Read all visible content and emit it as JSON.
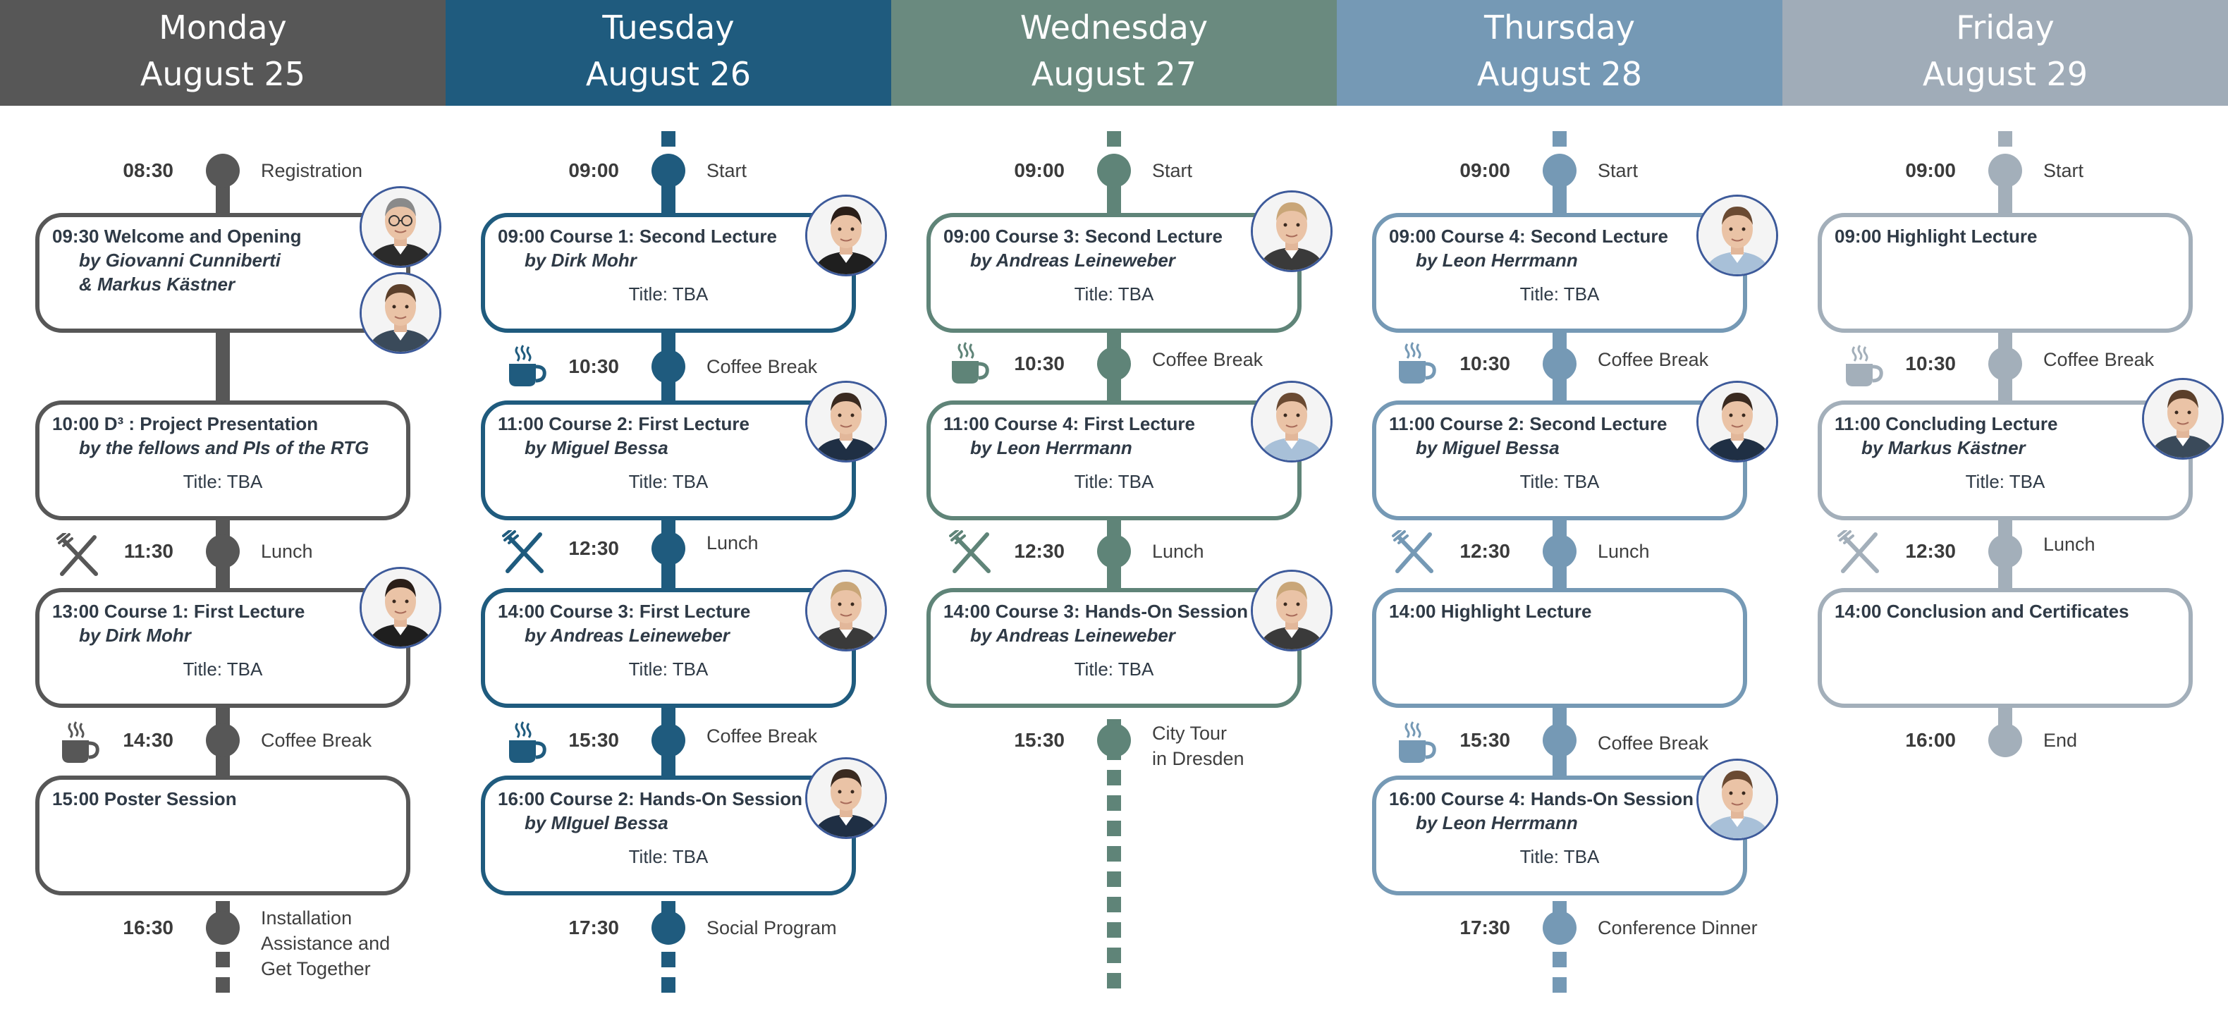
{
  "days": [
    {
      "weekday": "Monday",
      "date": "August 25",
      "color": "#575757",
      "header_color": "#575757",
      "events": [
        {
          "time": "08:30",
          "label": "Registration"
        },
        {
          "time": "11:30",
          "label": "Lunch",
          "icon": "cutlery-icon"
        },
        {
          "time": "14:30",
          "label": "Coffee Break",
          "icon": "coffee-cup-icon"
        },
        {
          "time": "16:30",
          "label": "Installation\nAssistance and\nGet Together"
        }
      ],
      "sessions": [
        {
          "title": "09:30 Welcome and Opening",
          "speaker": "by Giovanni Cunniberti\n& Markus Kästner",
          "subtitle": "",
          "avatars": [
            {
              "name": "giovanni-cunniberti-photo",
              "hair": "#8a8a8a",
              "glasses": true,
              "suit": "#2b2b2b"
            },
            {
              "name": "markus-kaestner-photo",
              "hair": "#5b3f2a",
              "glasses": false,
              "suit": "#3a4a5a"
            }
          ]
        },
        {
          "title": "10:00 D³ : Project Presentation",
          "speaker": "by the fellows and PIs of the RTG",
          "subtitle": "Title: TBA",
          "avatars": []
        },
        {
          "title": "13:00 Course 1: First Lecture",
          "speaker": "by Dirk Mohr",
          "subtitle": "Title: TBA",
          "avatars": [
            {
              "name": "dirk-mohr-photo",
              "hair": "#2a1e18",
              "glasses": false,
              "suit": "#1f1f1f"
            }
          ]
        },
        {
          "title": "15:00 Poster Session",
          "speaker": "",
          "subtitle": "",
          "avatars": []
        }
      ]
    },
    {
      "weekday": "Tuesday",
      "date": "August 26",
      "color": "#1f5b7e",
      "header_color": "#1f5b7e",
      "events": [
        {
          "time": "09:00",
          "label": "Start"
        },
        {
          "time": "10:30",
          "label": "Coffee Break",
          "icon": "coffee-cup-icon"
        },
        {
          "time": "12:30",
          "label": "Lunch",
          "icon": "cutlery-icon"
        },
        {
          "time": "15:30",
          "label": "Coffee Break",
          "icon": "coffee-cup-icon"
        },
        {
          "time": "17:30",
          "label": "Social Program"
        }
      ],
      "sessions": [
        {
          "title": "09:00 Course 1: Second Lecture",
          "speaker": "by Dirk Mohr",
          "subtitle": "Title: TBA",
          "avatars": [
            {
              "name": "dirk-mohr-photo",
              "hair": "#2a1e18",
              "glasses": false,
              "suit": "#1f1f1f"
            }
          ]
        },
        {
          "title": "11:00 Course 2: First Lecture",
          "speaker": "by Miguel Bessa",
          "subtitle": "Title: TBA",
          "avatars": [
            {
              "name": "miguel-bessa-photo",
              "hair": "#3a2a20",
              "glasses": false,
              "suit": "#1f2f44"
            }
          ]
        },
        {
          "title": "14:00 Course 3: First Lecture",
          "speaker": "by Andreas Leineweber",
          "subtitle": "Title: TBA",
          "avatars": [
            {
              "name": "andreas-leineweber-photo",
              "hair": "#c9a678",
              "glasses": false,
              "suit": "#3a3a3a"
            }
          ]
        },
        {
          "title": "16:00 Course 2: Hands-On Session",
          "speaker": "by MIguel Bessa",
          "subtitle": "Title: TBA",
          "avatars": [
            {
              "name": "miguel-bessa-photo",
              "hair": "#3a2a20",
              "glasses": false,
              "suit": "#1f2f44"
            }
          ]
        }
      ]
    },
    {
      "weekday": "Wednesday",
      "date": "August 27",
      "color": "#5f8478",
      "header_color": "#6a8a7f",
      "events": [
        {
          "time": "09:00",
          "label": "Start"
        },
        {
          "time": "10:30",
          "label": "Coffee Break",
          "icon": "coffee-cup-icon"
        },
        {
          "time": "12:30",
          "label": "Lunch",
          "icon": "cutlery-icon"
        },
        {
          "time": "15:30",
          "label": "City Tour\nin Dresden"
        }
      ],
      "sessions": [
        {
          "title": "09:00 Course 3: Second Lecture",
          "speaker": "by Andreas Leineweber",
          "subtitle": "Title: TBA",
          "avatars": [
            {
              "name": "andreas-leineweber-photo",
              "hair": "#c9a678",
              "glasses": false,
              "suit": "#3a3a3a"
            }
          ]
        },
        {
          "title": "11:00 Course 4: First Lecture",
          "speaker": "by Leon Herrmann",
          "subtitle": "Title: TBA",
          "avatars": [
            {
              "name": "leon-herrmann-photo",
              "hair": "#6a4a32",
              "glasses": false,
              "suit": "#a8c0d8"
            }
          ]
        },
        {
          "title": "14:00 Course 3: Hands-On Session",
          "speaker": "by Andreas Leineweber",
          "subtitle": "Title: TBA",
          "avatars": [
            {
              "name": "andreas-leineweber-photo",
              "hair": "#c9a678",
              "glasses": false,
              "suit": "#3a3a3a"
            }
          ]
        }
      ]
    },
    {
      "weekday": "Thursday",
      "date": "August 28",
      "color": "#7599b5",
      "header_color": "#7599b5",
      "events": [
        {
          "time": "09:00",
          "label": "Start"
        },
        {
          "time": "10:30",
          "label": "Coffee Break",
          "icon": "coffee-cup-icon"
        },
        {
          "time": "12:30",
          "label": "Lunch",
          "icon": "cutlery-icon"
        },
        {
          "time": "15:30",
          "label": "Coffee Break",
          "icon": "coffee-cup-icon"
        },
        {
          "time": "17:30",
          "label": "Conference Dinner"
        }
      ],
      "sessions": [
        {
          "title": "09:00 Course 4: Second Lecture",
          "speaker": "by Leon Herrmann",
          "subtitle": "Title: TBA",
          "avatars": [
            {
              "name": "leon-herrmann-photo",
              "hair": "#6a4a32",
              "glasses": false,
              "suit": "#a8c0d8"
            }
          ]
        },
        {
          "title": "11:00 Course 2: Second Lecture",
          "speaker": "by Miguel Bessa",
          "subtitle": "Title: TBA",
          "avatars": [
            {
              "name": "miguel-bessa-photo",
              "hair": "#3a2a20",
              "glasses": false,
              "suit": "#1f2f44"
            }
          ]
        },
        {
          "title": "14:00 Highlight Lecture",
          "speaker": "",
          "subtitle": "",
          "avatars": []
        },
        {
          "title": "16:00 Course 4: Hands-On Session",
          "speaker": "by Leon Herrmann",
          "subtitle": "Title: TBA",
          "avatars": [
            {
              "name": "leon-herrmann-photo",
              "hair": "#6a4a32",
              "glasses": false,
              "suit": "#a8c0d8"
            }
          ]
        }
      ]
    },
    {
      "weekday": "Friday",
      "date": "August 29",
      "color": "#a3afba",
      "header_color": "#a0acb8",
      "events": [
        {
          "time": "09:00",
          "label": "Start"
        },
        {
          "time": "10:30",
          "label": "Coffee Break",
          "icon": "coffee-cup-icon"
        },
        {
          "time": "12:30",
          "label": "Lunch",
          "icon": "cutlery-icon"
        },
        {
          "time": "16:00",
          "label": "End"
        }
      ],
      "sessions": [
        {
          "title": "09:00 Highlight Lecture",
          "speaker": "",
          "subtitle": "",
          "avatars": []
        },
        {
          "title": "11:00 Concluding Lecture",
          "speaker": "by Markus Kästner",
          "subtitle": "Title: TBA",
          "avatars": [
            {
              "name": "markus-kaestner-photo",
              "hair": "#5b3f2a",
              "glasses": false,
              "suit": "#3a4a5a"
            }
          ]
        },
        {
          "title": "14:00 Conclusion and Certificates",
          "speaker": "",
          "subtitle": "",
          "avatars": []
        }
      ]
    }
  ]
}
